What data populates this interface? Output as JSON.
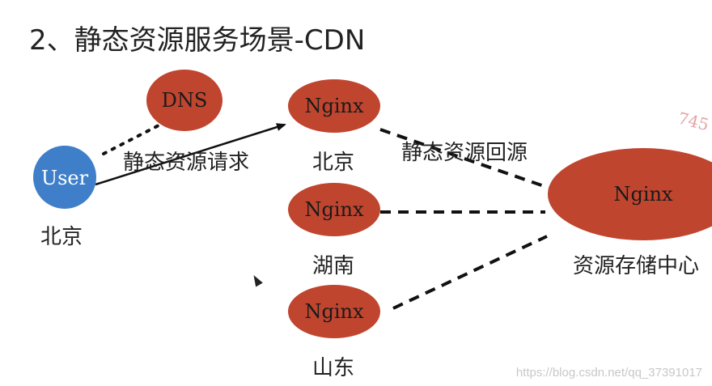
{
  "title": "2、静态资源服务场景-CDN",
  "nodes": {
    "user": {
      "label": "User",
      "caption": "北京"
    },
    "dns": {
      "label": "DNS"
    },
    "nginx_beijing": {
      "label": "Nginx",
      "caption": "北京"
    },
    "nginx_hunan": {
      "label": "Nginx",
      "caption": "湖南"
    },
    "nginx_shandong": {
      "label": "Nginx",
      "caption": "山东"
    },
    "nginx_center": {
      "label": "Nginx",
      "caption": "资源存储中心"
    }
  },
  "edges": {
    "request_label": "静态资源请求",
    "origin_label": "静态资源回源"
  },
  "colors": {
    "user": "#3f7fc9",
    "nginx": "#c0452f",
    "line": "#111111"
  },
  "watermark": "https://blog.csdn.net/qq_37391017",
  "stamp_text": "745"
}
